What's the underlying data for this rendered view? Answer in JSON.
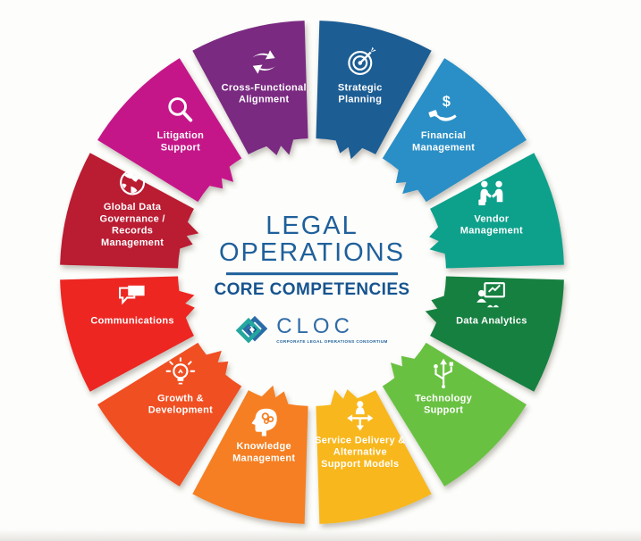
{
  "diagram": {
    "type": "competency-wheel",
    "title_lines": [
      "LEGAL",
      "OPERATIONS"
    ],
    "subtitle": "CORE COMPETENCIES",
    "logo": {
      "text": "CLOC",
      "tagline": "CORPORATE LEGAL OPERATIONS CONSORTIUM"
    },
    "accent_color": "#1f609b",
    "segments": [
      {
        "label_lines": [
          "Strategic",
          "Planning"
        ],
        "color": "#1d5d94",
        "icon": "target-dart-icon"
      },
      {
        "label_lines": [
          "Financial",
          "Management"
        ],
        "color": "#2b8fc6",
        "icon": "hand-dollar-icon"
      },
      {
        "label_lines": [
          "Vendor",
          "Management"
        ],
        "color": "#10a18c",
        "icon": "handshake-people-icon"
      },
      {
        "label_lines": [
          "Data Analytics"
        ],
        "color": "#17803f",
        "icon": "presentation-chart-icon"
      },
      {
        "label_lines": [
          "Technology",
          "Support"
        ],
        "color": "#69c143",
        "icon": "usb-icon"
      },
      {
        "label_lines": [
          "Service Delivery &",
          "Alternative",
          "Support Models"
        ],
        "color": "#f8b71d",
        "icon": "person-arrows-icon"
      },
      {
        "label_lines": [
          "Knowledge",
          "Management"
        ],
        "color": "#f57f20",
        "icon": "head-gears-icon"
      },
      {
        "label_lines": [
          "Growth &",
          "Development"
        ],
        "color": "#f04f23",
        "icon": "lightbulb-icon"
      },
      {
        "label_lines": [
          "Communications"
        ],
        "color": "#ed2624",
        "icon": "speech-bubbles-icon"
      },
      {
        "label_lines": [
          "Global Data",
          "Governance /",
          "Records",
          "Management"
        ],
        "color": "#ba1e31",
        "icon": "globe-icon"
      },
      {
        "label_lines": [
          "Litigation",
          "Support"
        ],
        "color": "#c51389",
        "icon": "magnifier-icon"
      },
      {
        "label_lines": [
          "Cross-Functional",
          "Alignment"
        ],
        "color": "#7a2a81",
        "icon": "exchange-arrows-icon"
      }
    ]
  }
}
